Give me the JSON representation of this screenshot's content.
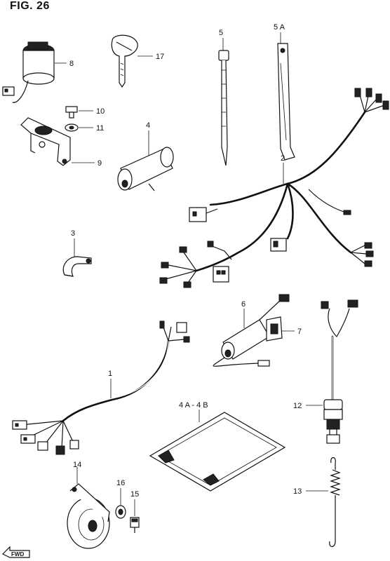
{
  "figure": {
    "title": "FIG. 26"
  },
  "callouts": [
    {
      "id": "8",
      "text": "8"
    },
    {
      "id": "17",
      "text": "17"
    },
    {
      "id": "5",
      "text": "5"
    },
    {
      "id": "5A",
      "text": "5 A"
    },
    {
      "id": "10",
      "text": "10"
    },
    {
      "id": "11",
      "text": "11"
    },
    {
      "id": "9",
      "text": "9"
    },
    {
      "id": "4",
      "text": "4"
    },
    {
      "id": "2",
      "text": "2"
    },
    {
      "id": "3",
      "text": "3"
    },
    {
      "id": "6",
      "text": "6"
    },
    {
      "id": "7",
      "text": "7"
    },
    {
      "id": "1",
      "text": "1"
    },
    {
      "id": "4AB",
      "text": "4 A - 4 B"
    },
    {
      "id": "12",
      "text": "12"
    },
    {
      "id": "14",
      "text": "14"
    },
    {
      "id": "16",
      "text": "16"
    },
    {
      "id": "15",
      "text": "15"
    },
    {
      "id": "13",
      "text": "13"
    }
  ],
  "direction_marker": {
    "text": "FWD",
    "icon": "fwd-arrow-icon"
  }
}
